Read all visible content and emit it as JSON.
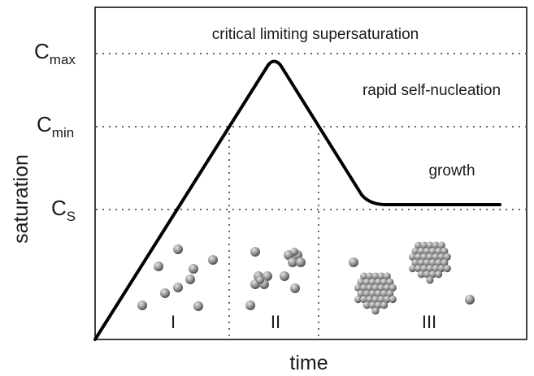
{
  "axes": {
    "x_label": "time",
    "y_label": "saturation"
  },
  "levels": [
    {
      "id": "cmax",
      "main": "C",
      "sub": "max"
    },
    {
      "id": "cmin",
      "main": "C",
      "sub": "min"
    },
    {
      "id": "cs",
      "main": "C",
      "sub": "S"
    }
  ],
  "regions": {
    "critical": "critical limiting supersaturation",
    "nucleation": "rapid self-nucleation",
    "growth": "growth"
  },
  "phases": [
    "I",
    "II",
    "III"
  ],
  "colors": {
    "curve": "#000000",
    "dotted": "#666666",
    "particle": "#8a8a8a",
    "particle_dark": "#4a4a4a"
  }
}
